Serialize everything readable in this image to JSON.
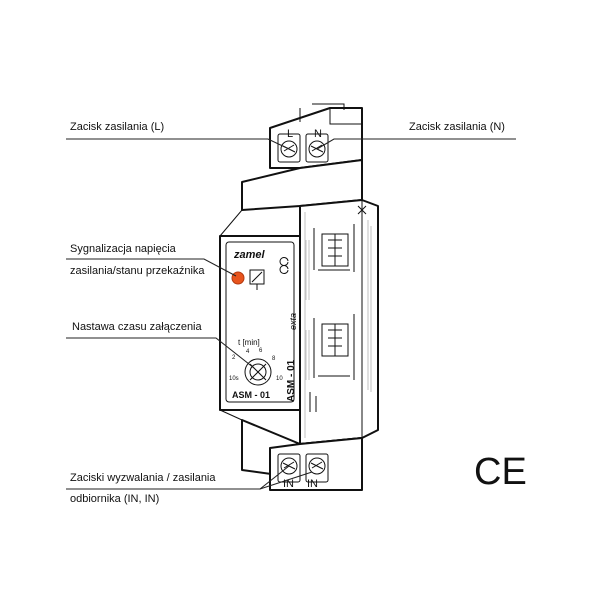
{
  "labels": {
    "terminal_l": "Zacisk zasilania (L)",
    "terminal_n": "Zacisk zasilania (N)",
    "signal_line1": "Sygnalizacja napięcia",
    "signal_line2": "zasilania/stanu przekaźnika",
    "time_setting": "Nastawa czasu załączenia",
    "trigger_line1": "Zaciski wyzwalania / zasilania",
    "trigger_line2": "odbiornika (IN, IN)"
  },
  "device": {
    "brand": "zamel",
    "model": "ASM - 01",
    "side_model": "ASM - 01",
    "side_brand": "exta",
    "top_l": "L",
    "top_n": "N",
    "bottom_in_1": "IN",
    "bottom_in_2": "IN",
    "dial_unit": "t [min]",
    "dial_scale": [
      "2",
      "4",
      "6",
      "8",
      "10s",
      "10"
    ]
  },
  "marks": {
    "ce": "CE"
  },
  "colors": {
    "led": "#e8541d",
    "ink": "#111111"
  }
}
